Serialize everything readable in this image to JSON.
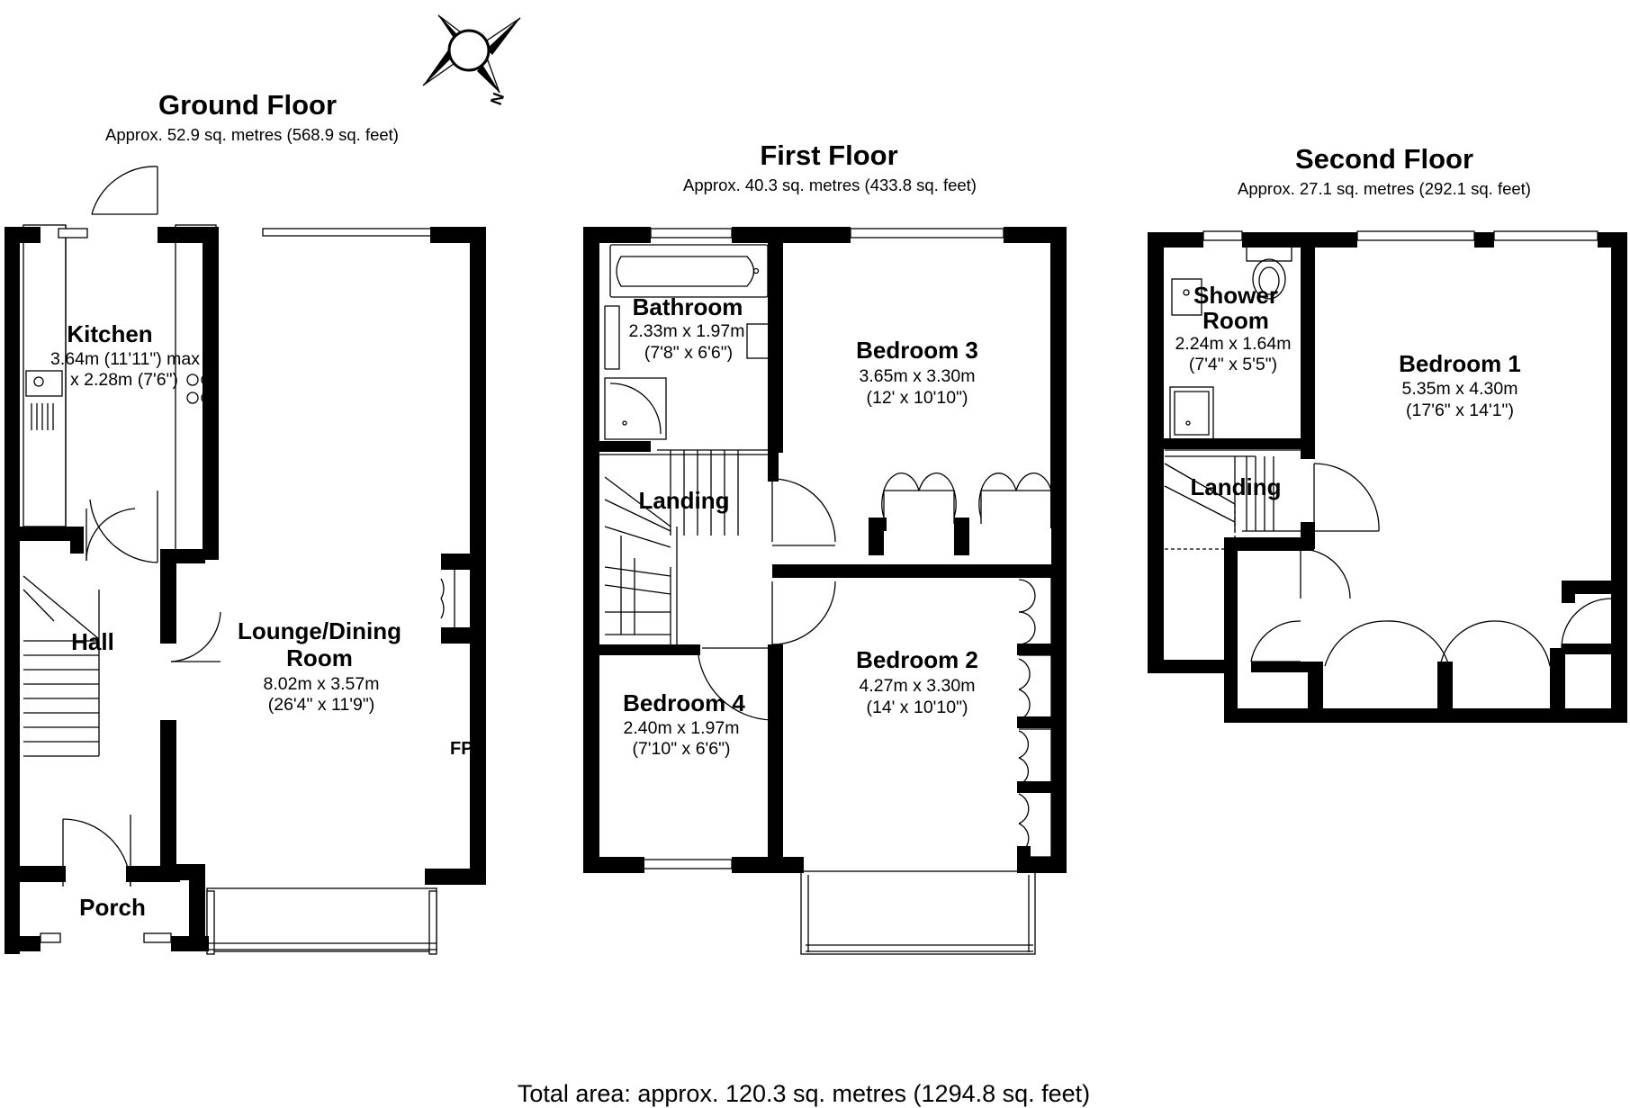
{
  "compass": {
    "north_label": "N"
  },
  "floors": [
    {
      "title": "Ground Floor",
      "area": "Approx. 52.9 sq. metres (568.9 sq. feet)",
      "rooms": [
        {
          "name": "Kitchen",
          "dim1": "3.64m (11'11\") max",
          "dim2": "x 2.28m (7'6\")"
        },
        {
          "name": "Hall"
        },
        {
          "name": "Lounge/Dining",
          "name2": "Room",
          "dim1": "8.02m x 3.57m",
          "dim2": "(26'4\" x 11'9\")"
        },
        {
          "name": "Porch"
        }
      ],
      "marker": "FP"
    },
    {
      "title": "First Floor",
      "area": "Approx. 40.3 sq. metres (433.8 sq. feet)",
      "rooms": [
        {
          "name": "Bathroom",
          "dim1": "2.33m x 1.97m",
          "dim2": "(7'8\" x 6'6\")"
        },
        {
          "name": "Bedroom 3",
          "dim1": "3.65m x 3.30m",
          "dim2": "(12' x 10'10\")"
        },
        {
          "name": "Landing"
        },
        {
          "name": "Bedroom 2",
          "dim1": "4.27m x 3.30m",
          "dim2": "(14' x 10'10\")"
        },
        {
          "name": "Bedroom 4",
          "dim1": "2.40m x 1.97m",
          "dim2": "(7'10\" x 6'6\")"
        }
      ]
    },
    {
      "title": "Second Floor",
      "area": "Approx. 27.1 sq. metres (292.1 sq. feet)",
      "rooms": [
        {
          "name": "Shower",
          "name2": "Room",
          "dim1": "2.24m x 1.64m",
          "dim2": "(7'4\" x 5'5\")"
        },
        {
          "name": "Bedroom 1",
          "dim1": "5.35m x 4.30m",
          "dim2": "(17'6\" x 14'1\")"
        },
        {
          "name": "Landing"
        }
      ]
    }
  ],
  "total_area": "Total area: approx. 120.3 sq. metres (1294.8 sq. feet)"
}
